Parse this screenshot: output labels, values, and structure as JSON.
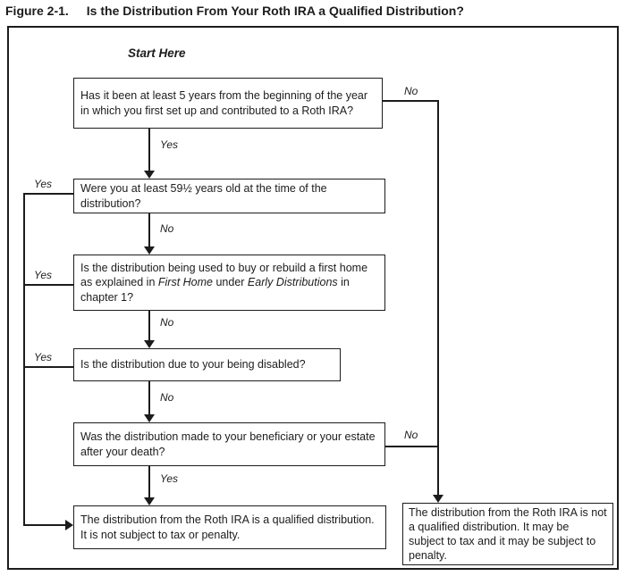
{
  "page": {
    "figure_label": "Figure 2-1.",
    "figure_title": "Is the Distribution From Your Roth IRA a Qualified Distribution?",
    "start_label": "Start Here"
  },
  "labels": {
    "yes": "Yes",
    "no": "No"
  },
  "nodes": {
    "q1": {
      "text": "Has it been at least 5 years from the beginning of the year in which you first set up and contributed to a Roth IRA?"
    },
    "q2": {
      "text": "Were you at least 59½ years old at the time of the distribution?"
    },
    "q3": {
      "segments": [
        {
          "text": "Is the distribution being used to buy or rebuild a first home as explained in ",
          "italic": false
        },
        {
          "text": "First Home",
          "italic": true
        },
        {
          "text": " under ",
          "italic": false
        },
        {
          "text": "Early Distributions",
          "italic": true
        },
        {
          "text": " in chapter 1?",
          "italic": false
        }
      ]
    },
    "q4": {
      "text": "Is the distribution due to your being disabled?"
    },
    "q5": {
      "text": "Was the distribution made to your beneficiary or your estate after your death?"
    },
    "result_qualified": {
      "text": "The distribution from the Roth IRA is a qualified distribution. It is not subject to tax or penalty."
    },
    "result_not_qualified": {
      "text": "The distribution from the Roth IRA is not a qualified distribution. It may be subject to tax and it may be subject to penalty."
    }
  },
  "colors": {
    "ink": "#1c1c1c",
    "background": "#ffffff"
  }
}
